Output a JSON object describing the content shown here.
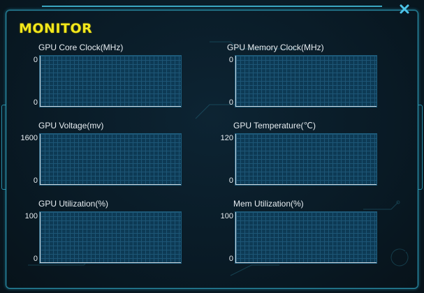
{
  "window": {
    "title": "MONITOR",
    "close_icon": "close-x-icon",
    "accent_color": "#f3e81c",
    "frame_color": "#2a8fa8"
  },
  "monitors": [
    {
      "id": "gpu-core-clock",
      "label": "GPU Core Clock(MHz)",
      "max": "0",
      "min": "0"
    },
    {
      "id": "gpu-memory-clock",
      "label": "GPU Memory Clock(MHz)",
      "max": "0",
      "min": "0"
    },
    {
      "id": "gpu-voltage",
      "label": "GPU Voltage(mv)",
      "max": "1600",
      "min": "0"
    },
    {
      "id": "gpu-temperature",
      "label": "GPU Temperature(℃)",
      "max": "120",
      "min": "0"
    },
    {
      "id": "gpu-utilization",
      "label": "GPU Utilization(%)",
      "max": "100",
      "min": "0"
    },
    {
      "id": "mem-utilization",
      "label": "Mem Utilization(%)",
      "max": "100",
      "min": "0"
    }
  ]
}
